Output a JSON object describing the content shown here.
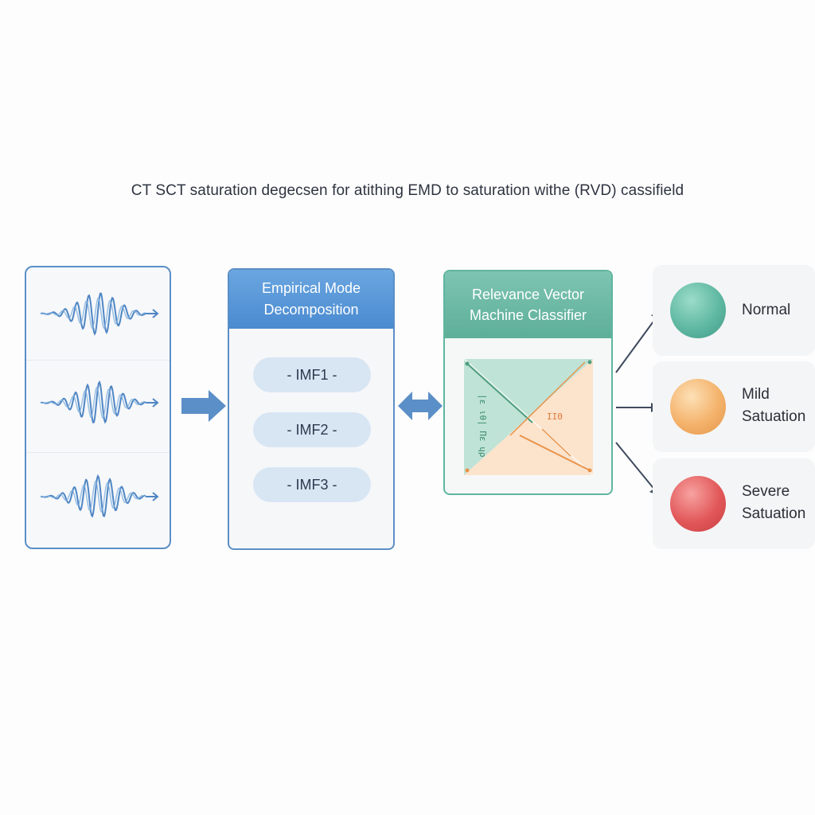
{
  "title": "CT SCT saturation degecsen for atithing EMD to saturation withe (RVD) cassifield",
  "signal_panel": {
    "rows": [
      {
        "icon": "waveform-icon"
      },
      {
        "icon": "waveform-icon"
      },
      {
        "icon": "waveform-icon"
      }
    ]
  },
  "emd": {
    "title_line1": "Empirical Mode",
    "title_line2": "Decomposition",
    "imfs": [
      "- IMF1 -",
      "- IMF2 -",
      "- IMF3 -"
    ]
  },
  "rvm": {
    "title_line1": "Relevance Vector",
    "title_line2": "Machine Classifier",
    "plot_labels": {
      "vertical_text": "|ε ιθ|\nΠε ɥρ",
      "top_right_text": "ΙΙΘ"
    }
  },
  "outputs": [
    {
      "label_line1": "Normal",
      "label_line2": "",
      "color": "#5fb8a2"
    },
    {
      "label_line1": "Mild",
      "label_line2": "Satuation",
      "color": "#f4b26b"
    },
    {
      "label_line1": "Severe",
      "label_line2": "Satuation",
      "color": "#e2585a"
    }
  ],
  "colors": {
    "blue_accent": "#5b8fc7",
    "teal_accent": "#5fb59f",
    "arrow_dark": "#3e4a5e"
  }
}
